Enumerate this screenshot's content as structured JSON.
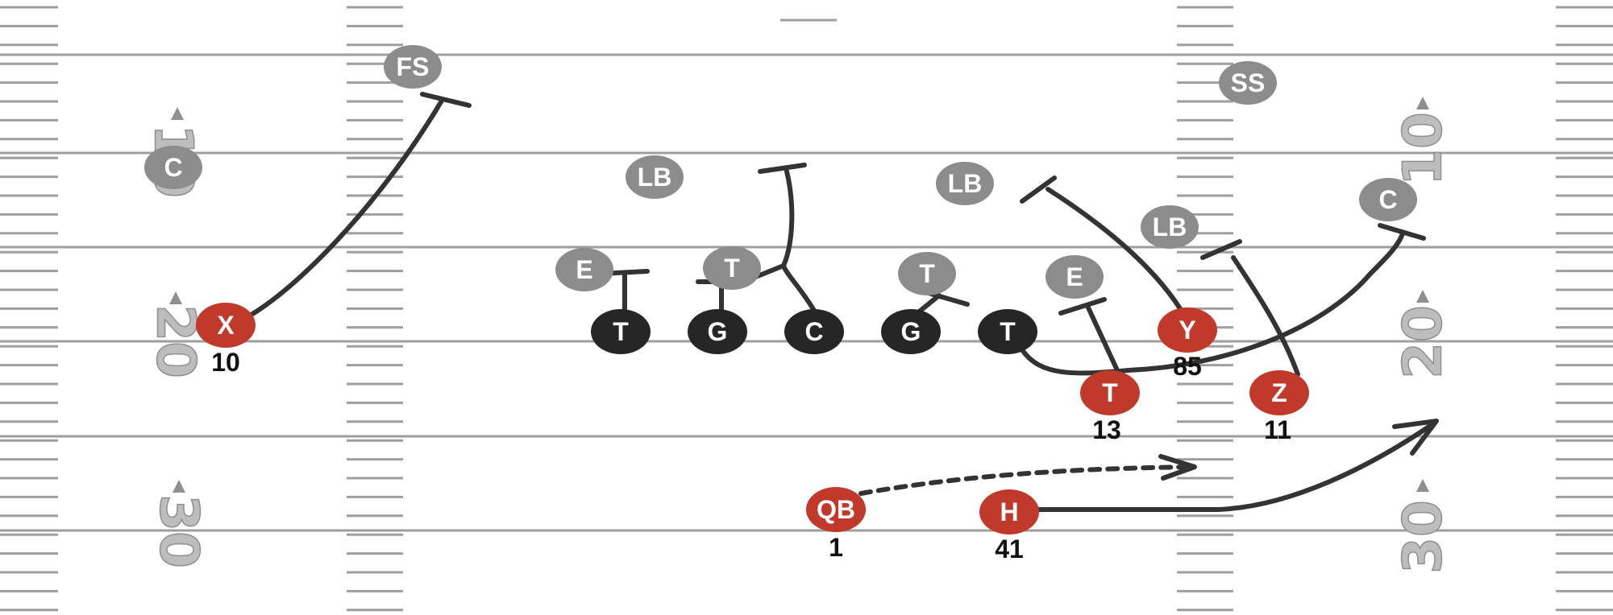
{
  "colors": {
    "offense_skill": "#c0392b",
    "offense_line": "#262626",
    "defense": "#8c8c8c",
    "route": "#333333",
    "field_line": "#9e9e9e",
    "label_light": "#ffffff",
    "number_text": "#111111"
  },
  "field": {
    "yard_numbers": [
      {
        "text": "10",
        "side": "left"
      },
      {
        "text": "20",
        "side": "left"
      },
      {
        "text": "30",
        "side": "left"
      },
      {
        "text": "10",
        "side": "right"
      },
      {
        "text": "20",
        "side": "right"
      },
      {
        "text": "30",
        "side": "right"
      }
    ]
  },
  "offense": {
    "x": {
      "label": "X",
      "number": "10"
    },
    "lt": {
      "label": "T"
    },
    "lg": {
      "label": "G"
    },
    "c": {
      "label": "C"
    },
    "rg": {
      "label": "G"
    },
    "rt": {
      "label": "T"
    },
    "y": {
      "label": "Y",
      "number": "85"
    },
    "t": {
      "label": "T",
      "number": "13"
    },
    "z": {
      "label": "Z",
      "number": "11"
    },
    "qb": {
      "label": "QB",
      "number": "1"
    },
    "h": {
      "label": "H",
      "number": "41"
    }
  },
  "defense": {
    "fs": {
      "label": "FS"
    },
    "ss": {
      "label": "SS"
    },
    "c_left": {
      "label": "C"
    },
    "c_right": {
      "label": "C"
    },
    "lb_1": {
      "label": "LB"
    },
    "lb_2": {
      "label": "LB"
    },
    "lb_3": {
      "label": "LB"
    },
    "e_left": {
      "label": "E"
    },
    "t_left": {
      "label": "T"
    },
    "t_right": {
      "label": "T"
    },
    "e_right": {
      "label": "E"
    }
  }
}
